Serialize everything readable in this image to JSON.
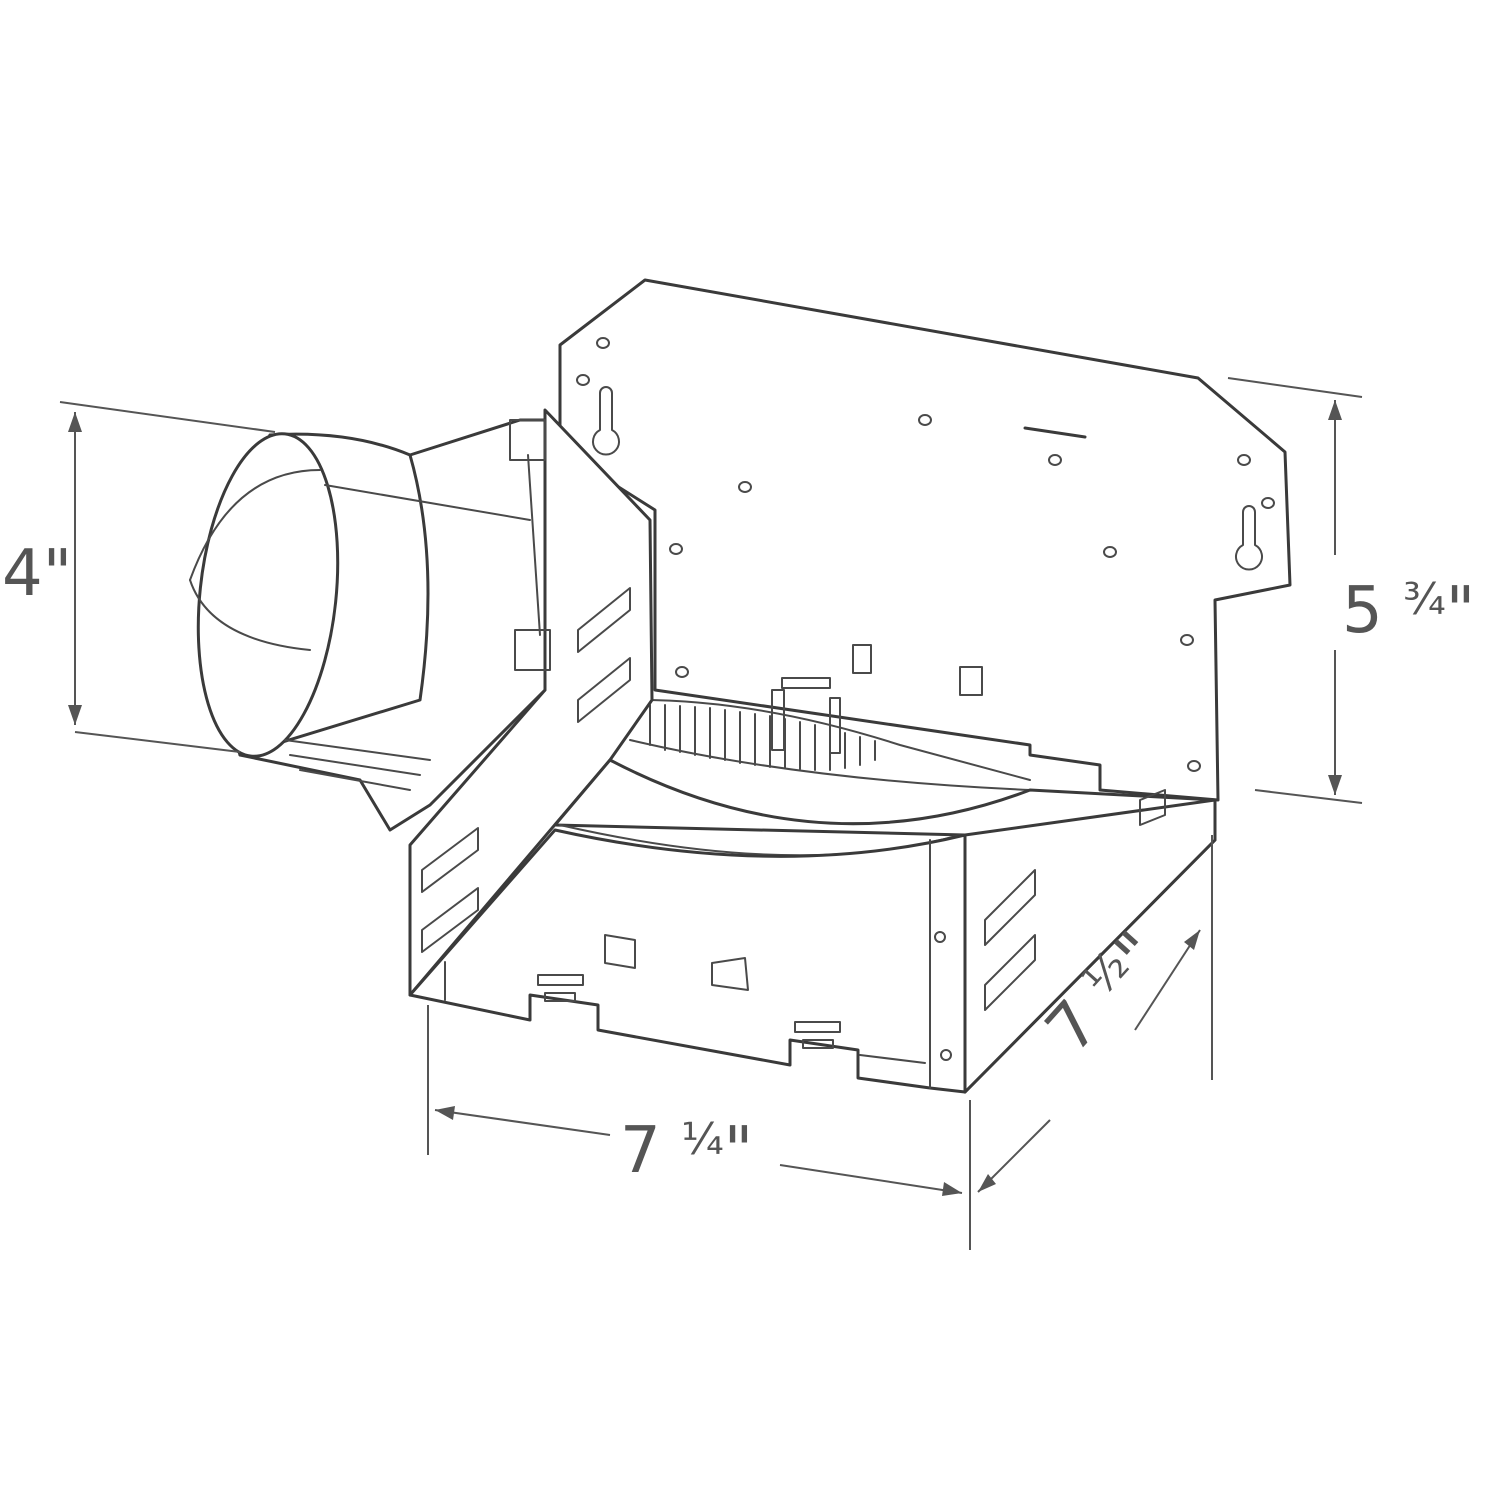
{
  "diagram": {
    "subject": "recessed bathroom exhaust fan housing with round duct collar",
    "line_color": "#3a3a3a",
    "label_color": "#555555",
    "background": "#ffffff"
  },
  "dimensions": {
    "duct_diameter": {
      "whole": "4",
      "fraction": "",
      "unit": "\""
    },
    "housing_height": {
      "whole": "5",
      "fraction": "¾",
      "unit": "\""
    },
    "housing_width": {
      "whole": "7",
      "fraction": "¼",
      "unit": "\""
    },
    "housing_depth": {
      "whole": "7",
      "fraction": "½",
      "unit": "\""
    }
  }
}
